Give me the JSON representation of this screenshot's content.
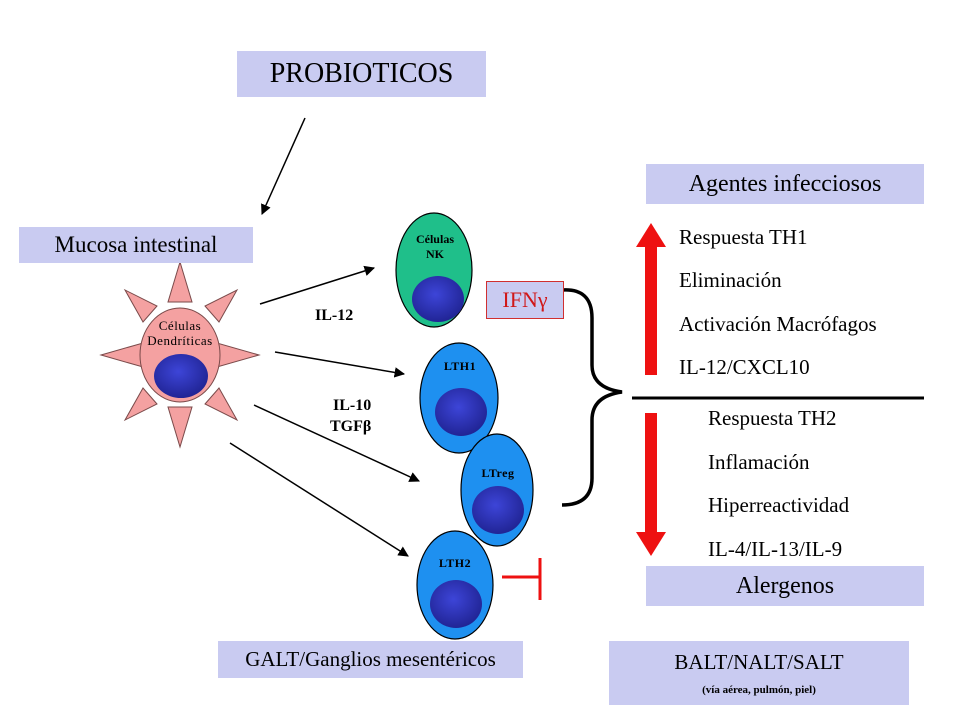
{
  "probiotics_label": "PROBIOTICOS",
  "mucosa_label": "Mucosa intestinal",
  "dendritic_label_line1": "Células",
  "dendritic_label_line2": "Dendríticas",
  "nk_label_line1": "Células",
  "nk_label_line2": "NK",
  "lth1_label": "LTH1",
  "ltreg_label": "LTreg",
  "lth2_label": "LTH2",
  "il12_label": "IL-12",
  "il10_label": "IL-10",
  "tgf_label": "TGFβ",
  "ifn_label": "IFNγ",
  "infectious_label": "Agentes infecciosos",
  "th1_items": [
    "Respuesta TH1",
    "Eliminación",
    "Activación Macrófagos",
    "IL-12/CXCL10"
  ],
  "th2_items": [
    "Respuesta TH2",
    "Inflamación",
    "Hiperreactividad",
    "IL-4/IL-13/IL-9"
  ],
  "allergens_label": "Alergenos",
  "galt_label": "GALT/Ganglios mesentéricos",
  "balt_label": "BALT/NALT/SALT",
  "balt_sub_label": "(vía aérea, pulmón, piel)",
  "colors": {
    "box_fill": "#c9cbf1",
    "dendritic_fill": "#f4a1a1",
    "nk_fill": "#1fbf8a",
    "lymphocyte_fill": "#1e90f0",
    "nucleus_fill": "#2a2fa8",
    "arrow_red": "#ee1111",
    "ifn_border": "#d03030"
  }
}
